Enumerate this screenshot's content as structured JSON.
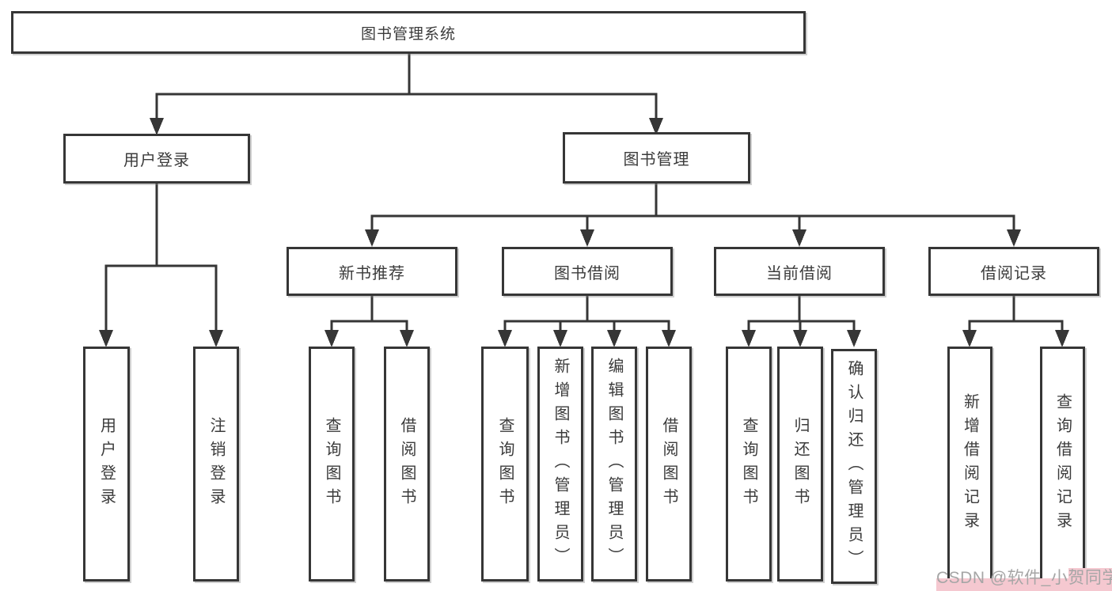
{
  "diagram_title": "图书管理系统",
  "tree": {
    "root": {
      "label": "图书管理系统"
    },
    "branches": [
      {
        "label": "用户登录",
        "leaves": [
          "用户登录",
          "注销登录"
        ]
      },
      {
        "label": "图书管理",
        "groups": [
          {
            "label": "新书推荐",
            "leaves": [
              "查询图书",
              "借阅图书"
            ]
          },
          {
            "label": "图书借阅",
            "leaves": [
              "查询图书",
              "新增图书（管理员）",
              "编辑图书（管理员）",
              "借阅图书"
            ]
          },
          {
            "label": "当前借阅",
            "leaves": [
              "查询图书",
              "归还图书",
              "确认归还（管理员）"
            ]
          },
          {
            "label": "借阅记录",
            "leaves": [
              "新增借阅记录",
              "查询借阅记录"
            ]
          }
        ]
      }
    ]
  },
  "watermark": {
    "text": "CSDN @软件_小贺同学"
  },
  "colors": {
    "line": "#363636",
    "text": "#3b3b3b",
    "background": "#ffffff",
    "watermark_text": "#a6a6a6",
    "watermark_highlight": "#f5c8d0"
  }
}
